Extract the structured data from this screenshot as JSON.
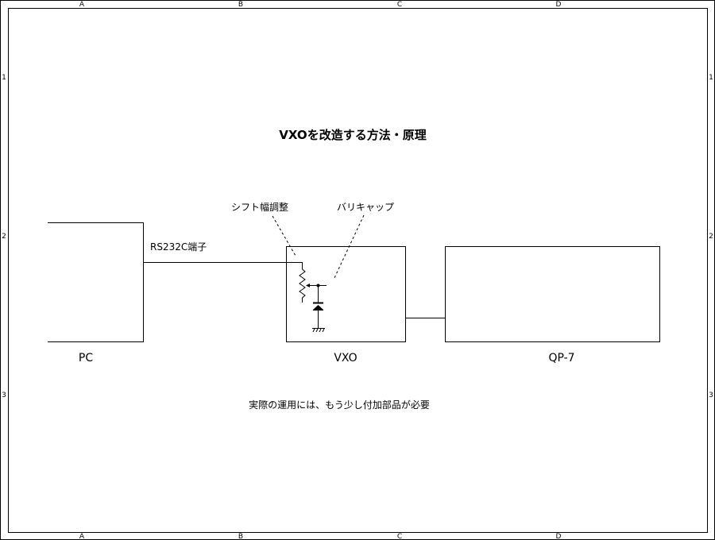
{
  "title": "VXOを改造する方法・原理",
  "border": {
    "columns": [
      "A",
      "B",
      "C",
      "D"
    ],
    "rows": [
      "1",
      "2",
      "3"
    ]
  },
  "blocks": {
    "pc": "PC",
    "vxo": "VXO",
    "qp7": "QP-7"
  },
  "labels": {
    "rs232c": "RS232C端子",
    "shift_adjust": "シフト幅調整",
    "varicap": "バリキャップ"
  },
  "note": "実際の運用には、もう少し付加部品が必要"
}
